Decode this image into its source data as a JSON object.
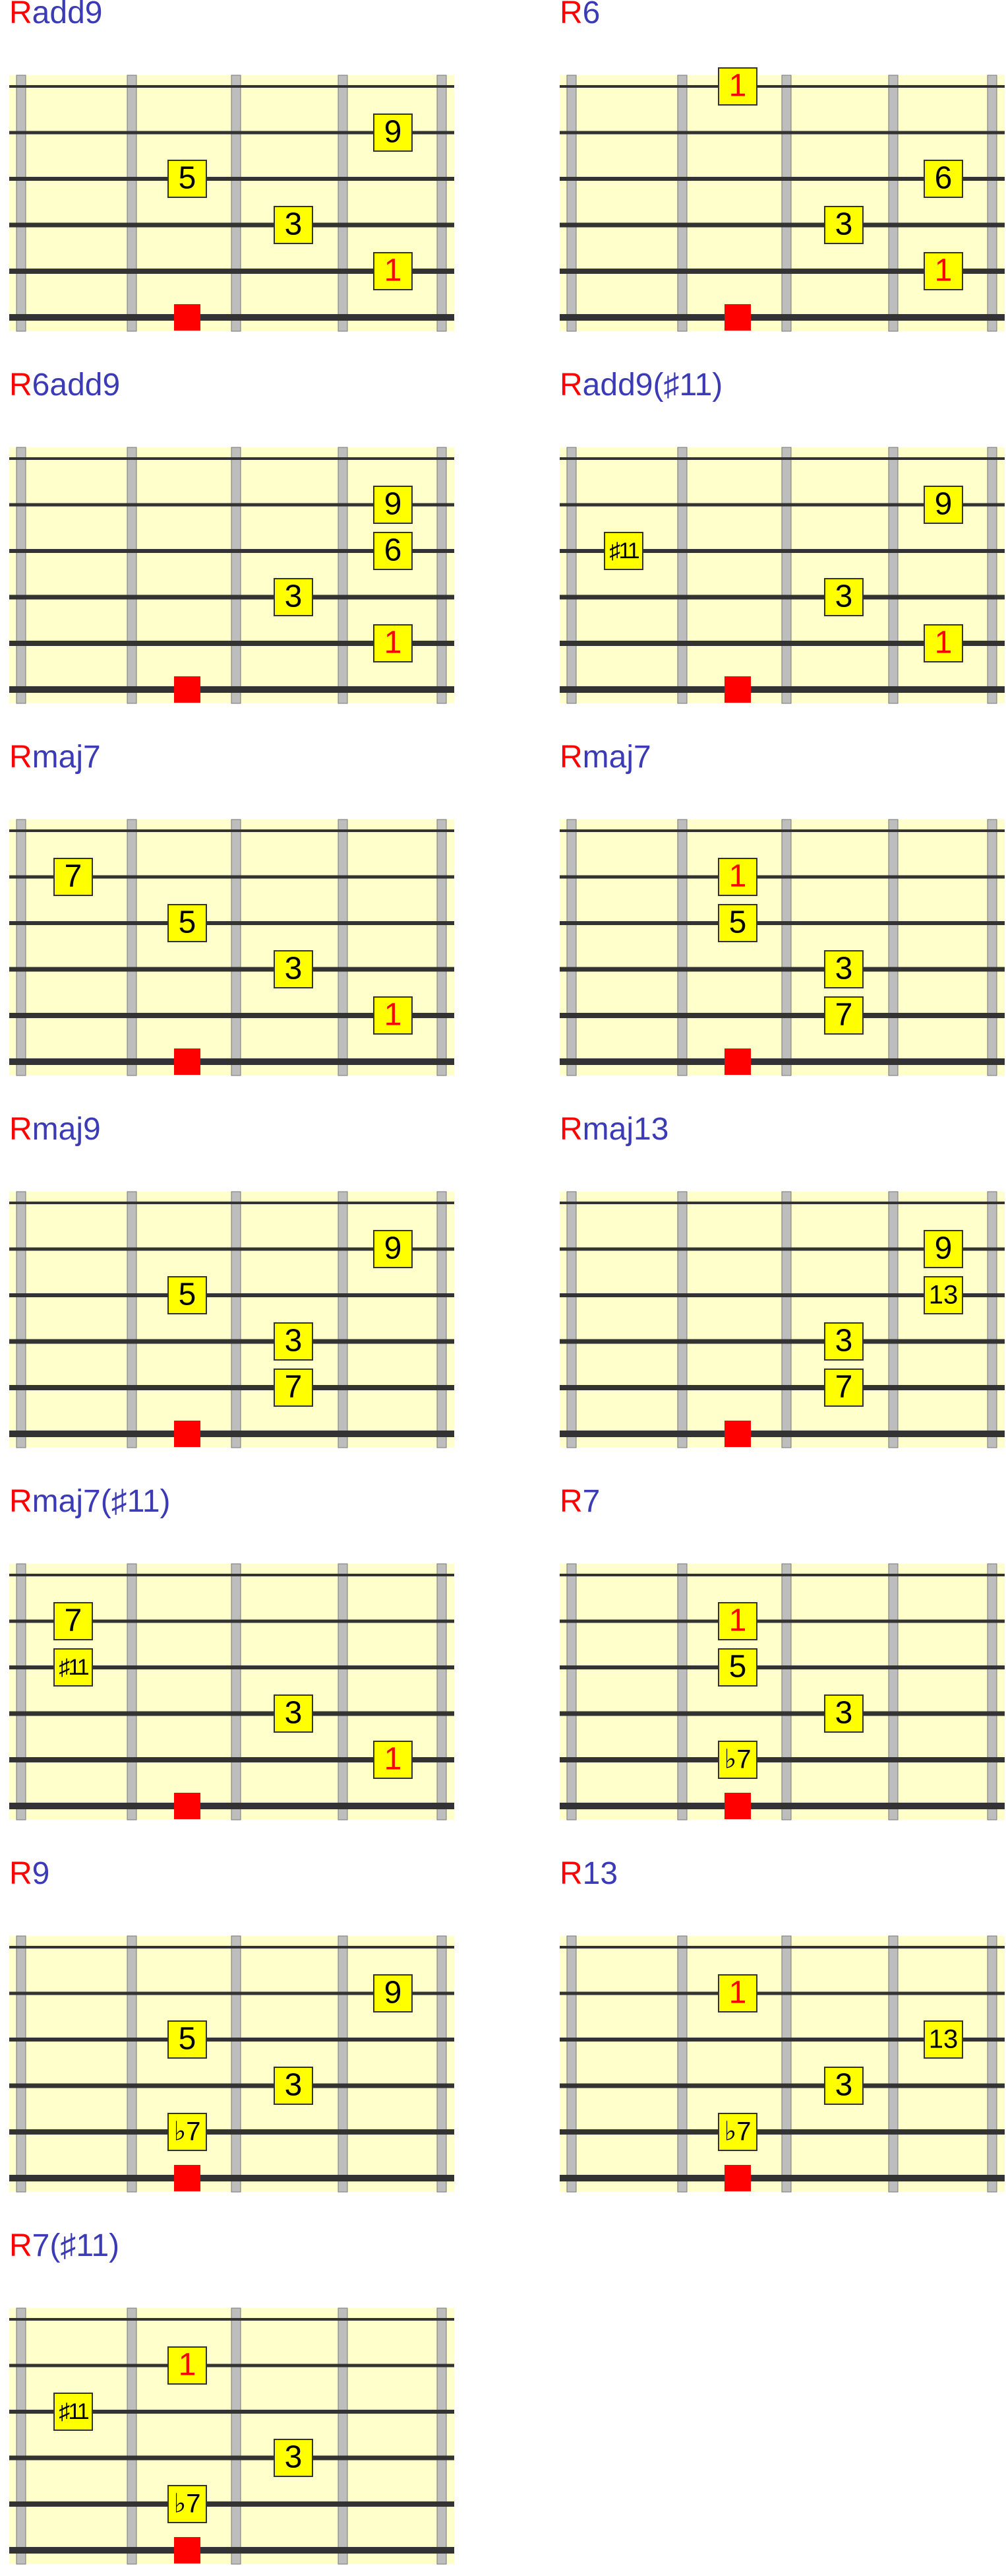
{
  "colors": {
    "board_fill": "#ffffcc",
    "string_color": "#333333",
    "fret_fill": "#bdbdbd",
    "fret_stroke": "#777777",
    "note_fill": "#ffff00",
    "note_stroke": "#333333",
    "note_text": "#000000",
    "root_note_text": "#ff0000",
    "root_marker": "#ff0000",
    "title_root": "#ff0000",
    "title_suffix": "#3b3bb5"
  },
  "diagrams": [
    {
      "root_label": "R",
      "suffix": "add9",
      "notes": [
        {
          "string": 1,
          "slot": 4,
          "label": "9",
          "is_root": false
        },
        {
          "string": 2,
          "slot": 2,
          "label": "5",
          "is_root": false
        },
        {
          "string": 3,
          "slot": 3,
          "label": "3",
          "is_root": false
        },
        {
          "string": 4,
          "slot": 4,
          "label": "1",
          "is_root": true
        }
      ],
      "root_marker_slot": 2
    },
    {
      "root_label": "R",
      "suffix": "6",
      "notes": [
        {
          "string": 0,
          "slot": 2,
          "label": "1",
          "is_root": true
        },
        {
          "string": 2,
          "slot": 4,
          "label": "6",
          "is_root": false
        },
        {
          "string": 3,
          "slot": 3,
          "label": "3",
          "is_root": false
        },
        {
          "string": 4,
          "slot": 4,
          "label": "1",
          "is_root": true
        }
      ],
      "root_marker_slot": 2
    },
    {
      "root_label": "R",
      "suffix": "6add9",
      "notes": [
        {
          "string": 1,
          "slot": 4,
          "label": "9",
          "is_root": false
        },
        {
          "string": 2,
          "slot": 4,
          "label": "6",
          "is_root": false
        },
        {
          "string": 3,
          "slot": 3,
          "label": "3",
          "is_root": false
        },
        {
          "string": 4,
          "slot": 4,
          "label": "1",
          "is_root": true
        }
      ],
      "root_marker_slot": 2
    },
    {
      "root_label": "R",
      "suffix": "add9(♯11)",
      "notes": [
        {
          "string": 1,
          "slot": 4,
          "label": "9",
          "is_root": false
        },
        {
          "string": 2,
          "slot": 1,
          "label": "♯11",
          "is_root": false
        },
        {
          "string": 3,
          "slot": 3,
          "label": "3",
          "is_root": false
        },
        {
          "string": 4,
          "slot": 4,
          "label": "1",
          "is_root": true
        }
      ],
      "root_marker_slot": 2
    },
    {
      "root_label": "R",
      "suffix": "maj7",
      "notes": [
        {
          "string": 1,
          "slot": 1,
          "label": "7",
          "is_root": false
        },
        {
          "string": 2,
          "slot": 2,
          "label": "5",
          "is_root": false
        },
        {
          "string": 3,
          "slot": 3,
          "label": "3",
          "is_root": false
        },
        {
          "string": 4,
          "slot": 4,
          "label": "1",
          "is_root": true
        }
      ],
      "root_marker_slot": 2
    },
    {
      "root_label": "R",
      "suffix": "maj7",
      "notes": [
        {
          "string": 1,
          "slot": 2,
          "label": "1",
          "is_root": true
        },
        {
          "string": 2,
          "slot": 2,
          "label": "5",
          "is_root": false
        },
        {
          "string": 3,
          "slot": 3,
          "label": "3",
          "is_root": false
        },
        {
          "string": 4,
          "slot": 3,
          "label": "7",
          "is_root": false
        }
      ],
      "root_marker_slot": 2
    },
    {
      "root_label": "R",
      "suffix": "maj9",
      "notes": [
        {
          "string": 1,
          "slot": 4,
          "label": "9",
          "is_root": false
        },
        {
          "string": 2,
          "slot": 2,
          "label": "5",
          "is_root": false
        },
        {
          "string": 3,
          "slot": 3,
          "label": "3",
          "is_root": false
        },
        {
          "string": 4,
          "slot": 3,
          "label": "7",
          "is_root": false
        }
      ],
      "root_marker_slot": 2
    },
    {
      "root_label": "R",
      "suffix": "maj13",
      "notes": [
        {
          "string": 1,
          "slot": 4,
          "label": "9",
          "is_root": false
        },
        {
          "string": 2,
          "slot": 4,
          "label": "13",
          "is_root": false
        },
        {
          "string": 3,
          "slot": 3,
          "label": "3",
          "is_root": false
        },
        {
          "string": 4,
          "slot": 3,
          "label": "7",
          "is_root": false
        }
      ],
      "root_marker_slot": 2
    },
    {
      "root_label": "R",
      "suffix": "maj7(♯11)",
      "notes": [
        {
          "string": 1,
          "slot": 1,
          "label": "7",
          "is_root": false
        },
        {
          "string": 2,
          "slot": 1,
          "label": "♯11",
          "is_root": false
        },
        {
          "string": 3,
          "slot": 3,
          "label": "3",
          "is_root": false
        },
        {
          "string": 4,
          "slot": 4,
          "label": "1",
          "is_root": true
        }
      ],
      "root_marker_slot": 2
    },
    {
      "root_label": "R",
      "suffix": "7",
      "notes": [
        {
          "string": 1,
          "slot": 2,
          "label": "1",
          "is_root": true
        },
        {
          "string": 2,
          "slot": 2,
          "label": "5",
          "is_root": false
        },
        {
          "string": 3,
          "slot": 3,
          "label": "3",
          "is_root": false
        },
        {
          "string": 4,
          "slot": 2,
          "label": "♭7",
          "is_root": false
        }
      ],
      "root_marker_slot": 2
    },
    {
      "root_label": "R",
      "suffix": "9",
      "notes": [
        {
          "string": 1,
          "slot": 4,
          "label": "9",
          "is_root": false
        },
        {
          "string": 2,
          "slot": 2,
          "label": "5",
          "is_root": false
        },
        {
          "string": 3,
          "slot": 3,
          "label": "3",
          "is_root": false
        },
        {
          "string": 4,
          "slot": 2,
          "label": "♭7",
          "is_root": false
        }
      ],
      "root_marker_slot": 2
    },
    {
      "root_label": "R",
      "suffix": "13",
      "notes": [
        {
          "string": 1,
          "slot": 2,
          "label": "1",
          "is_root": true
        },
        {
          "string": 2,
          "slot": 4,
          "label": "13",
          "is_root": false
        },
        {
          "string": 3,
          "slot": 3,
          "label": "3",
          "is_root": false
        },
        {
          "string": 4,
          "slot": 2,
          "label": "♭7",
          "is_root": false
        }
      ],
      "root_marker_slot": 2
    },
    {
      "root_label": "R",
      "suffix": "7(♯11)",
      "notes": [
        {
          "string": 1,
          "slot": 2,
          "label": "1",
          "is_root": true
        },
        {
          "string": 2,
          "slot": 1,
          "label": "♯11",
          "is_root": false
        },
        {
          "string": 3,
          "slot": 3,
          "label": "3",
          "is_root": false
        },
        {
          "string": 4,
          "slot": 2,
          "label": "♭7",
          "is_root": false
        }
      ],
      "root_marker_slot": 2
    }
  ]
}
